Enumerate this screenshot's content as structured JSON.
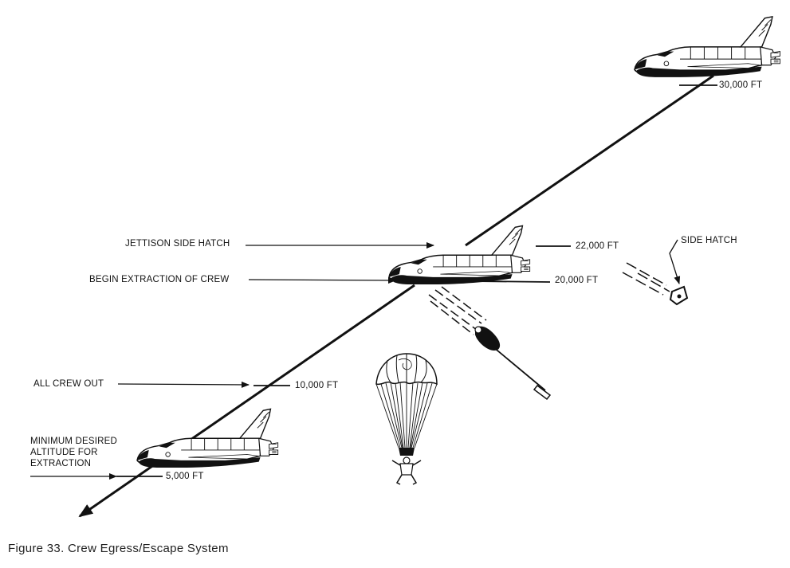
{
  "diagram": {
    "altitudes": {
      "a30000": "30,000 FT",
      "a22000": "22,000 FT",
      "a20000": "20,000 FT",
      "a10000": "10,000 FT",
      "a5000": "5,000 FT"
    },
    "events": {
      "jettison": "JETTISON SIDE HATCH",
      "extraction": "BEGIN EXTRACTION OF CREW",
      "all_out": "ALL CREW OUT",
      "min_line1": "MINIMUM DESIRED",
      "min_line2": "ALTITUDE FOR",
      "min_line3": "EXTRACTION",
      "side_hatch": "SIDE HATCH"
    }
  },
  "caption": "Figure 33.  Crew Egress/Escape System",
  "colors": {
    "ink": "#111111",
    "paper": "#ffffff",
    "caption": "#222222"
  }
}
